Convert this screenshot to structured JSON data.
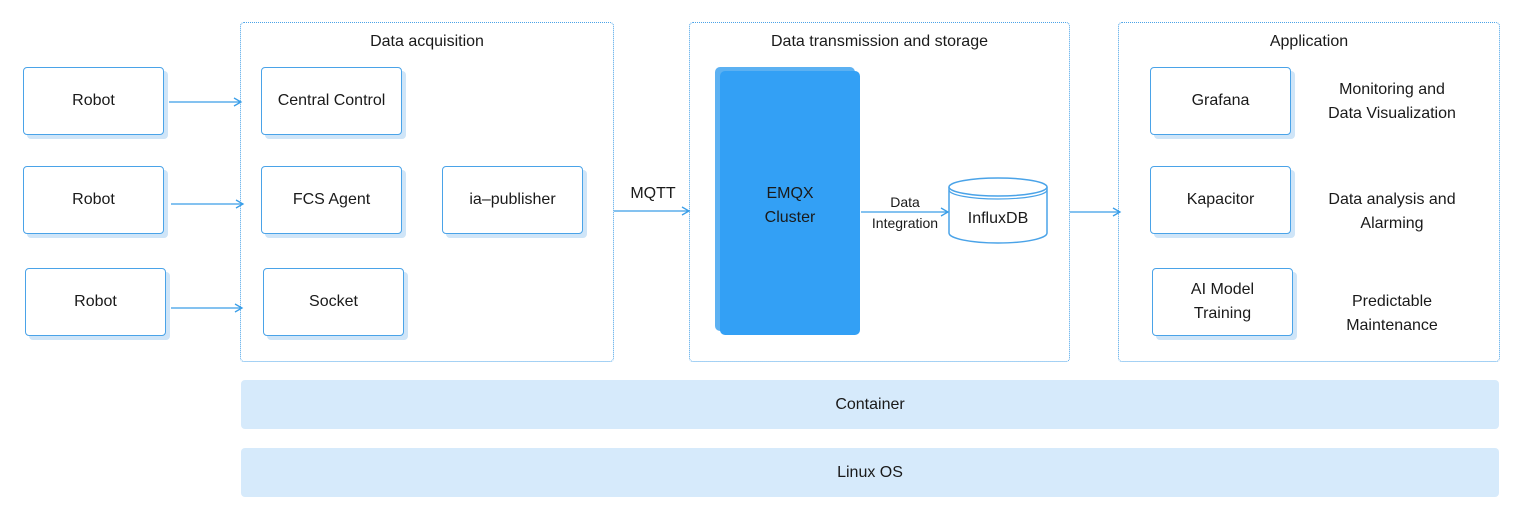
{
  "groups": {
    "acquisition": "Data acquisition",
    "transmission": "Data transmission and storage",
    "application": "Application"
  },
  "robots": [
    "Robot",
    "Robot",
    "Robot"
  ],
  "acquisition_boxes": {
    "central_control": "Central Control",
    "fcs_agent": "FCS Agent",
    "ia_publisher": "ia–publisher",
    "socket": "Socket"
  },
  "protocol": "MQTT",
  "cluster": {
    "line1": "EMQX",
    "line2": "Cluster"
  },
  "integration": {
    "line1": "Data",
    "line2": "Integration"
  },
  "database": "InfluxDB",
  "apps": [
    {
      "name": "Grafana",
      "desc1": "Monitoring and",
      "desc2": "Data Visualization"
    },
    {
      "name": "Kapacitor",
      "desc1": "Data analysis and",
      "desc2": "Alarming"
    },
    {
      "name1": "AI Model",
      "name2": "Training",
      "desc1": "Predictable",
      "desc2": "Maintenance"
    }
  ],
  "layers": {
    "container": "Container",
    "os": "Linux OS"
  },
  "colors": {
    "accent": "#33a0f5",
    "border": "#4aa3e8",
    "layer_bg": "#d6eafb"
  }
}
